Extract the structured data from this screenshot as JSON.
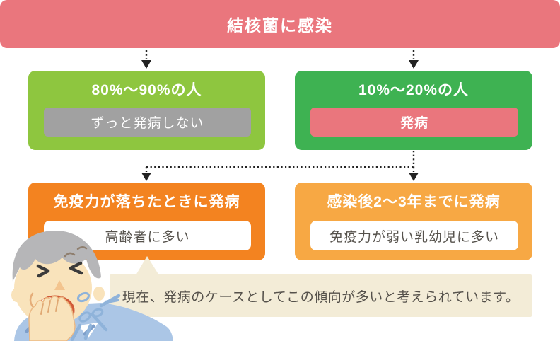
{
  "diagram": {
    "root": {
      "label": "結核菌に感染"
    },
    "no_onset": {
      "title": "80%〜90%の人",
      "sub": "ずっと発病しない"
    },
    "onset": {
      "title": "10%〜20%の人",
      "sub": "発病"
    },
    "late_onset": {
      "title": "免疫力が落ちたときに発病",
      "sub": "高齢者に多い"
    },
    "early_onset": {
      "title": "感染後2〜3年までに発病",
      "sub": "免疫力が弱い乳幼児に多い"
    },
    "note": "現在、発病のケースとしてこの傾向が多いと考えられています。"
  },
  "icons": {
    "illustration": "coughing-elderly-man"
  },
  "colors": {
    "banner_red": "#ea767d",
    "green_light": "#8ec63f",
    "green_dark": "#3eb252",
    "gray_sub": "#a1a1a1",
    "red_sub": "#ea767d",
    "orange": "#f38320",
    "orange_light": "#f7a844",
    "note_beige": "#f3ecd7",
    "text_dark": "#56524c",
    "arrow": "#222222"
  }
}
